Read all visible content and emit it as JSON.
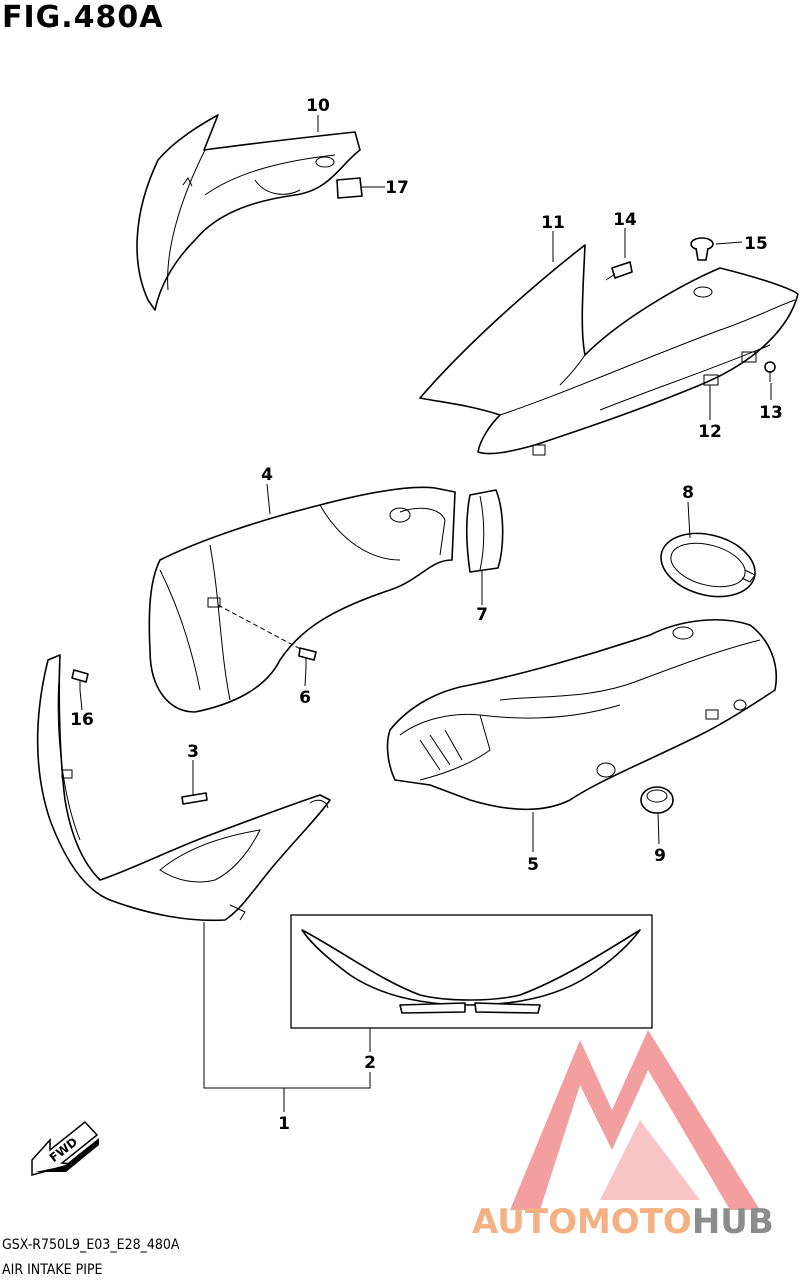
{
  "figure": {
    "title": "FIG.480A",
    "code": "GSX-R750L9_E03_E28_480A",
    "name": "AIR INTAKE PIPE",
    "direction_label": "FWD"
  },
  "callouts": [
    {
      "id": "c1",
      "label": "1"
    },
    {
      "id": "c2",
      "label": "2"
    },
    {
      "id": "c3",
      "label": "3"
    },
    {
      "id": "c4",
      "label": "4"
    },
    {
      "id": "c5",
      "label": "5"
    },
    {
      "id": "c6",
      "label": "6"
    },
    {
      "id": "c7",
      "label": "7"
    },
    {
      "id": "c8",
      "label": "8"
    },
    {
      "id": "c9",
      "label": "9"
    },
    {
      "id": "c10",
      "label": "10"
    },
    {
      "id": "c11",
      "label": "11"
    },
    {
      "id": "c12",
      "label": "12"
    },
    {
      "id": "c13",
      "label": "13"
    },
    {
      "id": "c14",
      "label": "14"
    },
    {
      "id": "c15",
      "label": "15"
    },
    {
      "id": "c16",
      "label": "16"
    },
    {
      "id": "c17",
      "label": "17"
    }
  ],
  "watermark": {
    "part1": "AUTOMOTO",
    "part2": "HUB",
    "colors": {
      "part1": "#f4b183",
      "part2": "#8c8c8c",
      "logo": "#f08080"
    }
  }
}
